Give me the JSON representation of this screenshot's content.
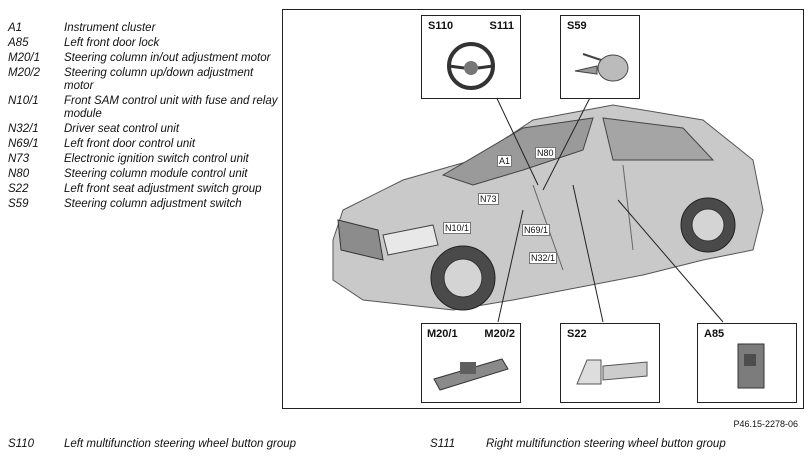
{
  "legend": [
    {
      "code": "A1",
      "desc": "Instrument cluster"
    },
    {
      "code": "A85",
      "desc": "Left front door lock"
    },
    {
      "code": "M20/1",
      "desc": "Steering column in/out adjustment motor"
    },
    {
      "code": "M20/2",
      "desc": "Steering column up/down adjustment motor"
    },
    {
      "code": "N10/1",
      "desc": "Front SAM control unit with fuse and relay module"
    },
    {
      "code": "N32/1",
      "desc": "Driver seat control unit"
    },
    {
      "code": "N69/1",
      "desc": "Left front door control unit"
    },
    {
      "code": "N73",
      "desc": "Electronic ignition switch control unit"
    },
    {
      "code": "N80",
      "desc": "Steering column module control unit"
    },
    {
      "code": "S22",
      "desc": "Left front seat adjustment switch group"
    },
    {
      "code": "S59",
      "desc": "Steering column adjustment switch"
    }
  ],
  "bottom_legend": [
    {
      "code": "S110",
      "desc": "Left multifunction steering wheel button group"
    },
    {
      "code": "S111",
      "desc": "Right multifunction steering wheel button group"
    }
  ],
  "figure": {
    "code": "P46.15-2278-06",
    "callouts": {
      "steering": {
        "label_left": "S110",
        "label_right": "S111"
      },
      "s59": {
        "label": "S59"
      },
      "motors": {
        "label_left": "M20/1",
        "label_right": "M20/2"
      },
      "s22": {
        "label": "S22"
      },
      "a85": {
        "label": "A85"
      }
    },
    "tags": {
      "a1": "A1",
      "n80": "N80",
      "n73": "N73",
      "n10": "N10/1",
      "n69": "N69/1",
      "n32": "N32/1"
    }
  }
}
